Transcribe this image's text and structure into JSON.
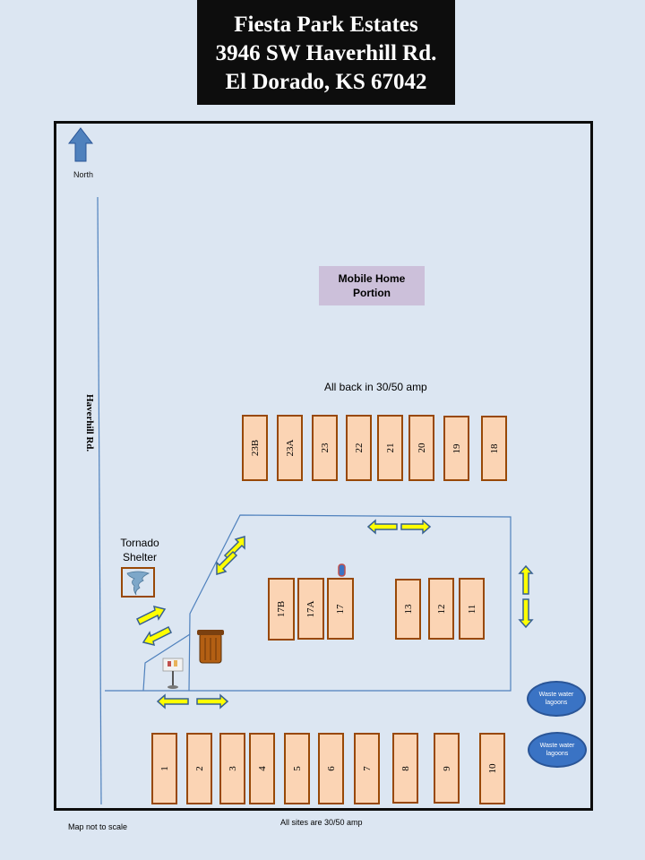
{
  "header": {
    "line1": "Fiesta Park Estates",
    "line2": "3946 SW Haverhill Rd.",
    "line3": "El Dorado, KS 67042"
  },
  "map": {
    "north_label": "North",
    "road_label": "Haverhill Rd.",
    "mobile_home_label": "Mobile Home Portion",
    "back_in_note": "All back in 30/50 amp",
    "tornado_label_line1": "Tornado",
    "tornado_label_line2": "Shelter",
    "lagoon1": "Waste water lagoons",
    "lagoon2": "Waste water lagoons",
    "scale_note": "Map not to scale",
    "amp_note": "All sites are 30/50 amp"
  },
  "sites_top": [
    "23B",
    "23A",
    "23",
    "22",
    "21",
    "20",
    "19",
    "18"
  ],
  "sites_middle": [
    "17B",
    "17A",
    "17",
    "13",
    "12",
    "11"
  ],
  "sites_bottom": [
    "1",
    "2",
    "3",
    "4",
    "5",
    "6",
    "7",
    "8",
    "9",
    "10"
  ],
  "colors": {
    "background": "#dce6f2",
    "site_fill": "#fbd4b4",
    "site_border": "#984806",
    "arrow_fill": "#ffff00",
    "arrow_border": "#376092",
    "road_line": "#4f81bd",
    "mobile_home_fill": "#ccc0da",
    "lagoon_fill": "#3a73c4"
  }
}
